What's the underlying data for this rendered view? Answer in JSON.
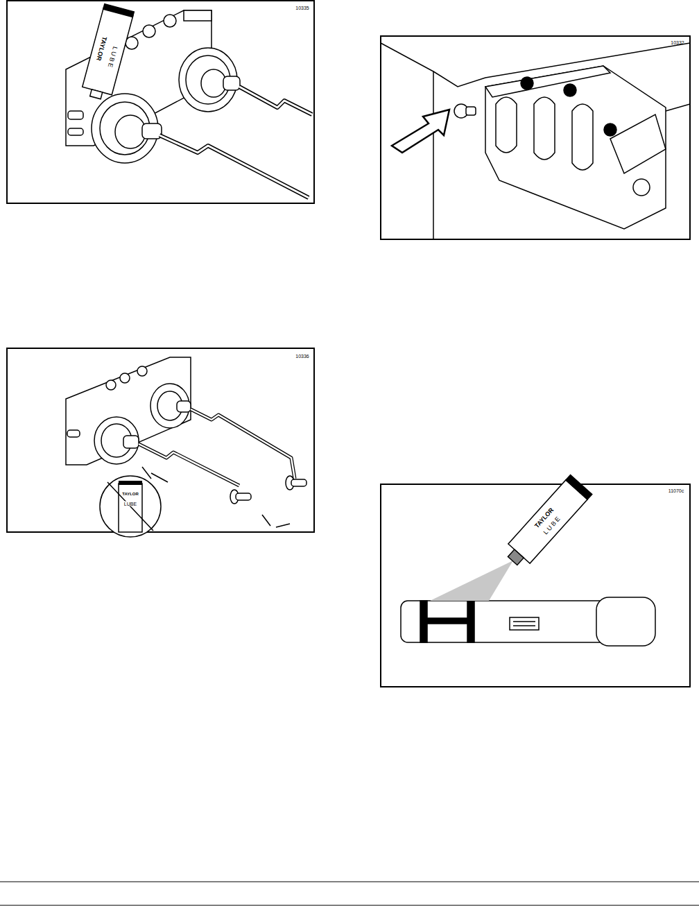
{
  "diagram": {
    "labels": [
      "10335",
      "TAYLOR",
      "L U B E",
      "10336",
      "TAYLOR",
      "LUBE",
      "10332",
      "11070c",
      "TAYLOR",
      "L U B E"
    ]
  }
}
